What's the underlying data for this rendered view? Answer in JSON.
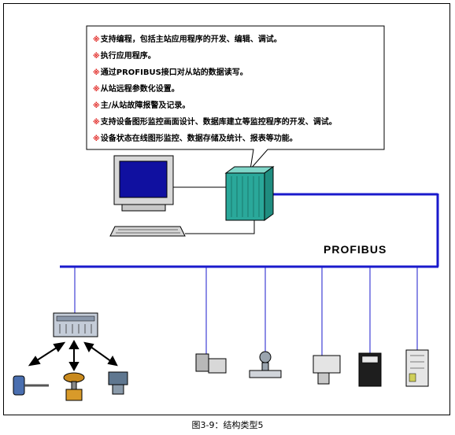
{
  "callout": {
    "bullet_glyph": "※",
    "items": [
      "支持编程，包括主站应用程序的开发、编辑、调试。",
      "执行应用程序。",
      "通过PROFIBUS接口对从站的数据读写。",
      "从站远程参数化设置。",
      "主/从站故障报警及记录。",
      "支持设备图形监控画面设计、数据库建立等监控程序的开发、调试。",
      "设备状态在线图形监控、数据存储及统计、报表等功能。"
    ]
  },
  "bus": {
    "label": "PROFIBUS",
    "color": "#1a1acc"
  },
  "caption": "图3-9：结构类型5",
  "colors": {
    "bullet": "#e0201c",
    "monitor_screen": "#1010a0",
    "plc": "#2aa89a"
  }
}
